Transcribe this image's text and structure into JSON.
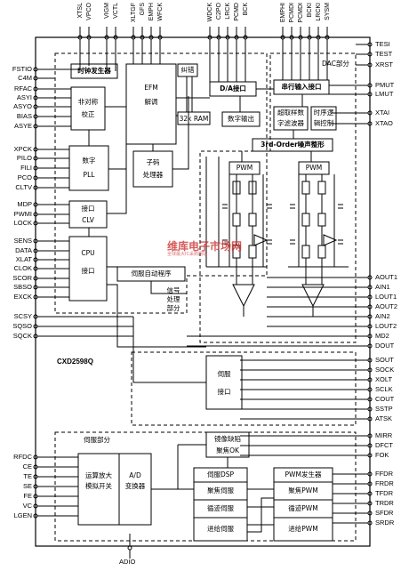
{
  "chip_name": "CXD2598Q",
  "pins": {
    "top_group1": [
      "XTSL",
      "VPCO",
      "VIGM",
      "VCTL"
    ],
    "top_group2": [
      "XLTGF",
      "GFS",
      "EMPH",
      "WFCK"
    ],
    "top_group3": [
      "WDCK",
      "C2PO",
      "LRCK",
      "PCMD",
      "BCK"
    ],
    "top_group4": [
      "EMPHI",
      "PCMDI",
      "PCMDI",
      "BCKI",
      "LRCKI",
      "SYSM"
    ],
    "left": [
      "FSTIO",
      "C4M",
      "RFAC",
      "ASYI",
      "ASYO",
      "BIAS",
      "ASYE",
      "XPCK",
      "PILO",
      "FILI",
      "PCO",
      "CLTV",
      "MDP",
      "PWMI",
      "LOCK",
      "SENS",
      "DATA",
      "XLAT",
      "CLOK",
      "SCOR",
      "SBSO",
      "EXCK",
      "SCSY",
      "SQSO",
      "SQCK"
    ],
    "left_bottom": [
      "RFDC",
      "CE",
      "TE",
      "SE",
      "FE",
      "VC",
      "LGEN"
    ],
    "right_top": [
      "TESI",
      "TEST",
      "XRST"
    ],
    "right_mid": [
      "PMUT",
      "LMUT",
      "XTAI",
      "XTAO"
    ],
    "right_audio": [
      "AOUT1",
      "AIN1",
      "LOUT1",
      "AOUT2",
      "AIN2",
      "LOUT2",
      "MD2",
      "DOUT"
    ],
    "right_servo": [
      "SOUT",
      "SOCK",
      "XOLT",
      "SCLK",
      "COUT",
      "SSTP",
      "ATSK"
    ],
    "right_bottom1": [
      "MIRR",
      "DFCT",
      "FOK"
    ],
    "right_bottom2": [
      "FFDR",
      "FRDR",
      "TFDR",
      "TRDR",
      "SFDR",
      "SRDR"
    ],
    "bottom": "ADIO"
  },
  "blocks": {
    "clock_gen": "时钟发生器",
    "asym_line1": "非对称",
    "asym_line2": "校正",
    "digital_pll_line1": "数字",
    "digital_pll_line2": "PLL",
    "efm_line1": "EFM",
    "efm_line2": "解调",
    "ecc": "纠错",
    "ram": "32k RAM",
    "subcode_line1": "子码",
    "subcode_line2": "处理器",
    "clv_line1": "接口",
    "clv_line2": "CLV",
    "cpu_line1": "CPU",
    "cpu_line2": "接口",
    "servo_auto": "伺服自动程序",
    "sig_proc": [
      "信号",
      "处理",
      "部分"
    ],
    "da_interface": "D/A接口",
    "digital_out": "数字输出",
    "dac_section": "DAC部分",
    "serial_in": "串行输入接口",
    "oversample_line1": "超取样数",
    "oversample_line2": "字滤波器",
    "timing_line1": "时序逻",
    "timing_line2": "辑控制",
    "noise_shaping": "3rd-Order噪声整形",
    "pwm": "PWM",
    "servo_if_line1": "伺服",
    "servo_if_line2": "接口",
    "servo_section": "伺服部分",
    "opamp_line1": "运算放大",
    "opamp_line2": "模拟开关",
    "ad_line1": "A/D",
    "ad_line2": "变换器",
    "mirror_line1": "镜像缺陷",
    "mirror_line2": "聚焦OK",
    "servo_dsp": "伺服DSP",
    "focus_servo": "聚焦伺服",
    "track_servo": "循迹伺服",
    "sled_servo": "进给伺服",
    "pwm_gen": "PWM发生器",
    "focus_pwm": "聚焦PWM",
    "track_pwm": "循迹PWM",
    "sled_pwm": "进给PWM"
  },
  "watermark": {
    "line1": "维库电子市场网",
    "line2": "全球最大IC采购网站"
  }
}
